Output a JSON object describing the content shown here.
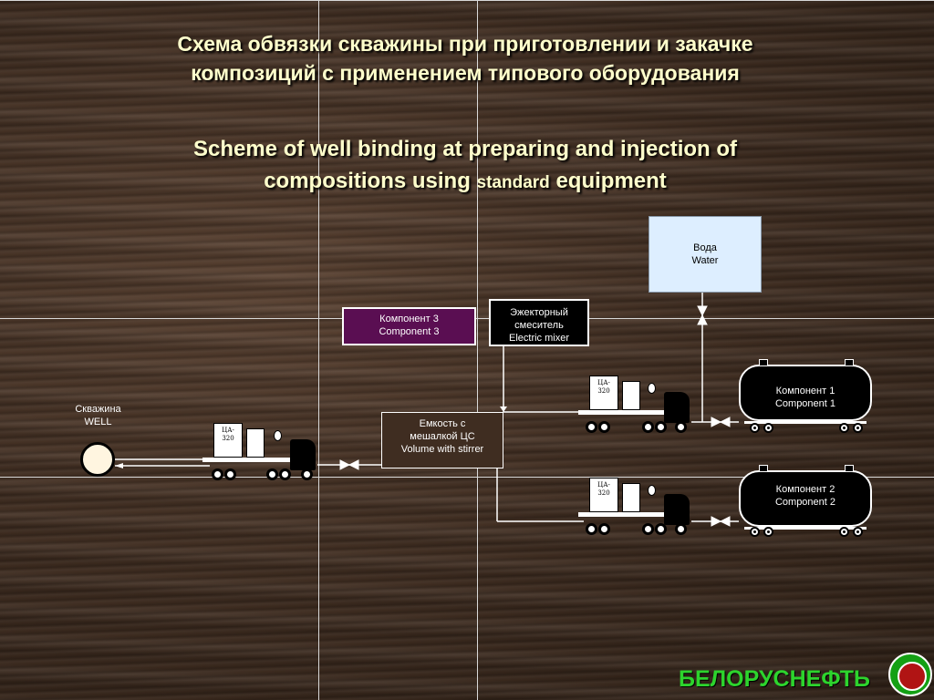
{
  "title": {
    "ru_line1": "Схема обвязки скважины при приготовлении и закачке",
    "ru_line2": "композиций  с применением типового оборудования",
    "en_line1": "Scheme of well binding at preparing and injection of",
    "en_line2_a": "compositions using ",
    "en_line2_b": "standard",
    "en_line2_c": " equipment"
  },
  "nodes": {
    "water": {
      "ru": "Вода",
      "en": "Water"
    },
    "component3": {
      "ru": "Компонент 3",
      "en": "Component 3"
    },
    "mixer": {
      "ru1": "Эжекторный",
      "ru2": "смеситель",
      "en": "Electric mixer"
    },
    "tank": {
      "ru1": "Емкость с",
      "ru2": "мешалкой ЦС",
      "en": "Volume with stirrer"
    },
    "well": {
      "ru": "Скважина",
      "en": "WELL"
    },
    "component1": {
      "ru": "Компонент 1",
      "en": "Component 1"
    },
    "component2": {
      "ru": "Компонент 2",
      "en": "Component 2"
    },
    "truck_unit": {
      "line1": "ЦА-",
      "line2": "320"
    }
  },
  "logo": {
    "text": "БЕЛОРУСНЕФТЬ"
  },
  "colors": {
    "title": "#ffffcc",
    "component3_fill": "#5a0e52",
    "water_fill": "#ddeeff",
    "logo_green": "#2dd42d"
  }
}
